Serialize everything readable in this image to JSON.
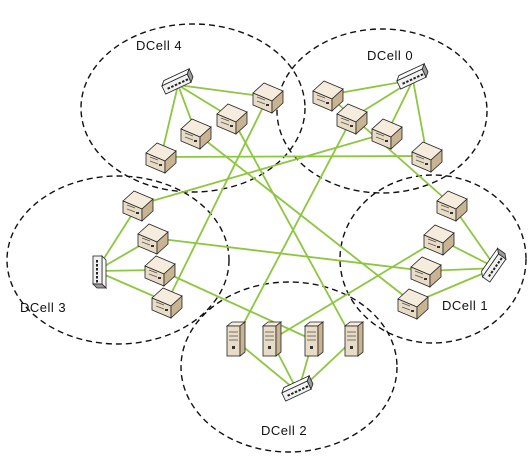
{
  "colors": {
    "link": "#8dc63f",
    "cell_border": "#111111",
    "server_face": "#e9dcc6",
    "server_side": "#c8b392",
    "server_top": "#f5ecdd",
    "switch_body": "#f2f2f2",
    "switch_side": "#9a9a9a"
  },
  "cells": [
    {
      "id": "dcell0",
      "label": "DCell 0",
      "switch_icon": "network-switch-icon",
      "server_icon": "server-tower-icon"
    },
    {
      "id": "dcell1",
      "label": "DCell 1",
      "switch_icon": "network-switch-icon",
      "server_icon": "server-tower-icon"
    },
    {
      "id": "dcell2",
      "label": "DCell 2",
      "switch_icon": "network-switch-icon",
      "server_icon": "server-tower-icon"
    },
    {
      "id": "dcell3",
      "label": "DCell 3",
      "switch_icon": "network-switch-icon",
      "server_icon": "server-tower-icon"
    },
    {
      "id": "dcell4",
      "label": "DCell 4",
      "switch_icon": "network-switch-icon",
      "server_icon": "server-tower-icon"
    }
  ],
  "servers_per_cell": 4
}
